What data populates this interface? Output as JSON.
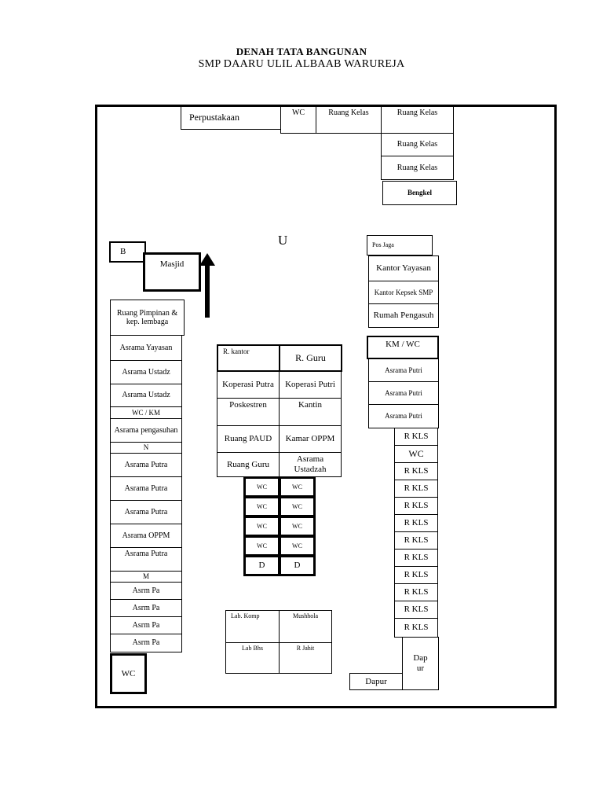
{
  "title": {
    "line1": "DENAH TATA BANGUNAN",
    "line2": "SMP DAARU ULIL ALBAAB WARUREJA"
  },
  "compass_label": "U",
  "rooms": {
    "perpustakaan": "Perpustakaan",
    "wc_top": "WC",
    "ruang_kelas_top": "Ruang Kelas",
    "ruang_kelas_1": "Ruang Kelas",
    "ruang_kelas_2": "Ruang Kelas",
    "ruang_kelas_3": "Ruang Kelas",
    "bengkel": "Bengkel",
    "b": "B",
    "masjid": "Masjid",
    "pos_jaga": "Pos Jaga",
    "kantor_yayasan": "Kantor Yayasan",
    "kantor_kepsek": "Kantor Kepsek SMP",
    "rumah_pengasuh": "Rumah Pengasuh",
    "km_wc": "KM / WC",
    "asrama_putri_1": "Asrama Putri",
    "asrama_putri_2": "Asrama Putri",
    "asrama_putri_3": "Asrama Putri",
    "ruang_pimpinan": "Ruang Pimpinan & kep. lembaga",
    "left_column": [
      "Asrama Yayasan",
      "Asrama Ustadz",
      "Asrama Ustadz",
      "WC / KM",
      "Asrama pengasuhan",
      "N",
      "Asrama Putra",
      "Asrama Putra",
      "Asrama Putra",
      "Asrama OPPM",
      "Asrama Putra",
      "M",
      "Asrm Pa",
      "Asrm Pa",
      "Asrm Pa",
      "Asrm Pa"
    ],
    "wc_bottom_left": "WC",
    "center": {
      "r_kantor": "R. kantor",
      "r_guru_top": "R. Guru",
      "koperasi_putra": "Koperasi Putra",
      "koperasi_putri": "Koperasi Putri",
      "poskestren": "Poskestren",
      "kantin": "Kantin",
      "ruang_paud": "Ruang PAUD",
      "kamar_oppm": "Kamar OPPM",
      "ruang_guru": "Ruang Guru",
      "asrama_ustadzah": "Asrama Ustadzah"
    },
    "wc_block": [
      [
        "WC",
        "WC"
      ],
      [
        "WC",
        "WC"
      ],
      [
        "WC",
        "WC"
      ],
      [
        "WC",
        "WC"
      ],
      [
        "D",
        "D"
      ]
    ],
    "lab_komp": "Lab. Komp",
    "mushhola": "Mushhola",
    "lab_bhs": "Lab Bhs",
    "r_jahit": "R Jahit",
    "right_column": [
      "R KLS",
      "WC",
      "R KLS",
      "R KLS",
      "R KLS",
      "R KLS",
      "R KLS",
      "R KLS",
      "R KLS",
      "R KLS",
      "R KLS",
      "R KLS"
    ],
    "dapur_vertical": "Dap ur",
    "dapur": "Dapur"
  }
}
